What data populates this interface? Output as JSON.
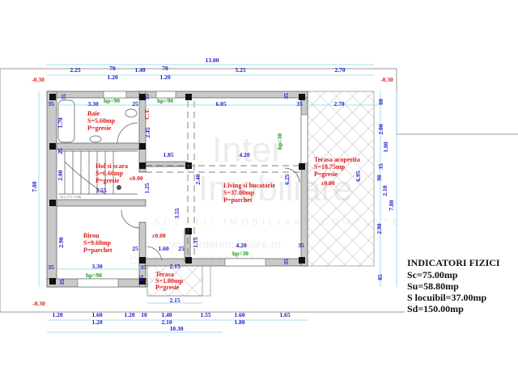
{
  "plan": {
    "dimensions": [
      "13.00",
      "2.25",
      "70",
      "1.20",
      "1.40",
      "70",
      "1.20",
      "5.25",
      "2.70",
      "35",
      "35",
      "3.30",
      "25",
      "35",
      "6.05",
      "35",
      "35",
      "2.70",
      "80",
      "1.70",
      "2.45",
      "1.85",
      "4.20",
      "2.00",
      "1.80",
      "25",
      "2.00",
      "3.55",
      "1.25",
      "2.40",
      "6.25",
      "6.95",
      "35",
      "90",
      "2.10",
      "7.80",
      "7.80",
      "3.55",
      "1.15",
      "2.90",
      "2.90",
      "25",
      "1.60",
      "25",
      "4.20",
      "35",
      "35",
      "35",
      "3.30",
      "35",
      "2.15",
      "85",
      "35",
      "85",
      "2.15",
      "1.20",
      "1.60",
      "1.20",
      "10",
      "1.40",
      "1.55",
      "1.60",
      "1.65",
      "1.20",
      "2.10",
      "1.80",
      "10.30"
    ],
    "levels": [
      "-0.30",
      "-0.30",
      "-0.30",
      "±0.00",
      "±0.00",
      "±0.00"
    ],
    "windows": [
      "hp=90",
      "hp=90",
      "hp=30",
      "hp=30",
      "hp=90"
    ],
    "technical_room": "C.T.",
    "rooms": [
      {
        "name": "Baie",
        "area": "S=5.60mp",
        "floor": "P=gresie"
      },
      {
        "name": "Hol si scara",
        "area": "S=6.60mp",
        "floor": "P=gresie"
      },
      {
        "name": "Living si bucatarie",
        "area": "S=37.00mp",
        "floor": "P=parchet"
      },
      {
        "name": "Terasa acoperita",
        "area": "S=18.75mp",
        "floor": "P=gresie"
      },
      {
        "name": "Birou",
        "area": "S=9.60mp",
        "floor": "P=parchet"
      },
      {
        "name": "Terasa",
        "area": "S=1.00mp",
        "floor": "P=gresie"
      }
    ],
    "stair_note": "16 x 17.5 = 2.80"
  },
  "indicators": {
    "title": "INDICATORI FIZICI",
    "lines": [
      "Sc=75.00mp",
      "Su=58.80mp",
      "S locuibil=37.00mp",
      "Sd=150.00mp"
    ]
  },
  "watermark": {
    "brand": "Inter Imobiliare",
    "tagline": "SOLUTII IMOBILIARE COMPLETE",
    "website": "www.interimobiliare.ro",
    "phone": "Call Center 0729.22.66.16"
  },
  "colors": {
    "dimension": "#1a1acc",
    "room_label": "#e01818",
    "window": "#1a9a1a",
    "wall": "#c9c9c9"
  }
}
